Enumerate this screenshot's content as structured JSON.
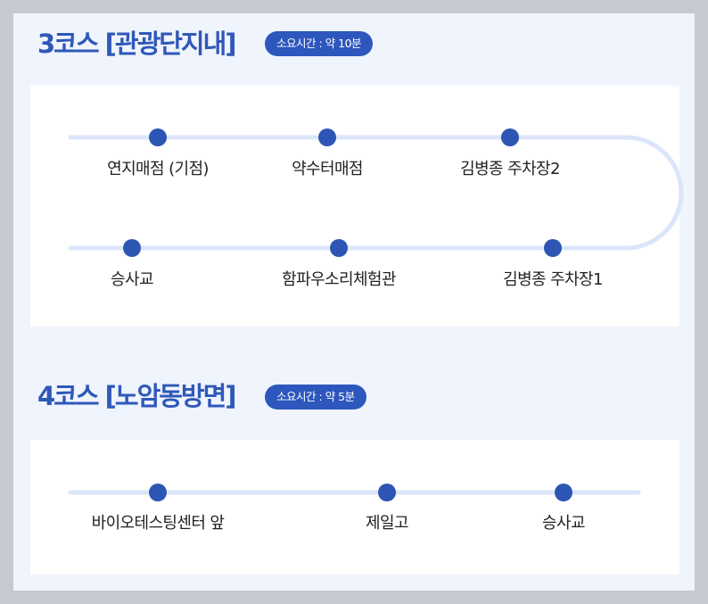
{
  "course3": {
    "title": "3코스 [관광단지내]",
    "badge": "소요시간 : 약 10분",
    "stops": [
      "연지매점 (기점)",
      "약수터매점",
      "김병종 주차장2",
      "김병종 주차장1",
      "함파우소리체험관",
      "승사교"
    ]
  },
  "course4": {
    "title": "4코스 [노암동방면]",
    "badge": "소요시간 : 약 5분",
    "stops": [
      "바이오테스팅센터 앞",
      "제일고",
      "승사교"
    ]
  },
  "colors": {
    "accent": "#2f58b8",
    "badge": "#2d57bd",
    "dot": "#2d55b3",
    "line": "#dbe6fa"
  }
}
